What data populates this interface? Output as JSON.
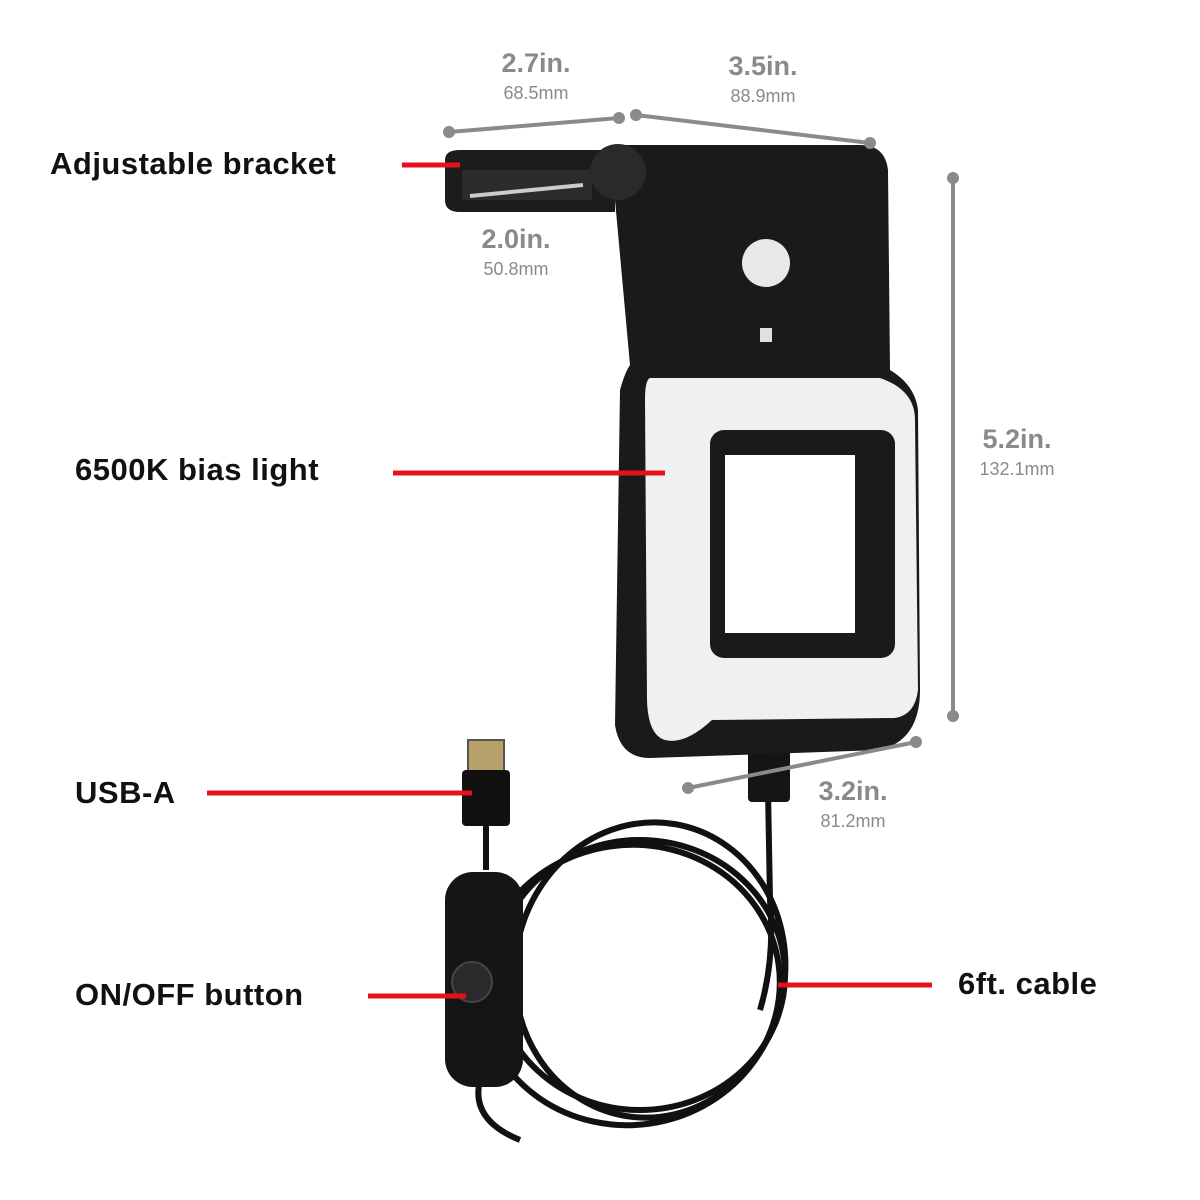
{
  "callouts": {
    "bracket": "Adjustable bracket",
    "bias_light": "6500K bias light",
    "usb": "USB-A",
    "button": "ON/OFF button",
    "cable": "6ft. cable"
  },
  "dimensions": {
    "bracket_width": {
      "in": "2.7in.",
      "mm": "68.5mm"
    },
    "top_width": {
      "in": "3.5in.",
      "mm": "88.9mm"
    },
    "bracket_depth": {
      "in": "2.0in.",
      "mm": "50.8mm"
    },
    "height": {
      "in": "5.2in.",
      "mm": "132.1mm"
    },
    "bottom_width": {
      "in": "3.2in.",
      "mm": "81.2mm"
    }
  },
  "colors": {
    "callout_line": "#e8101a",
    "dimension": "#8a8a8a",
    "body": "#1a1a1a",
    "light": "#eef0f2"
  }
}
